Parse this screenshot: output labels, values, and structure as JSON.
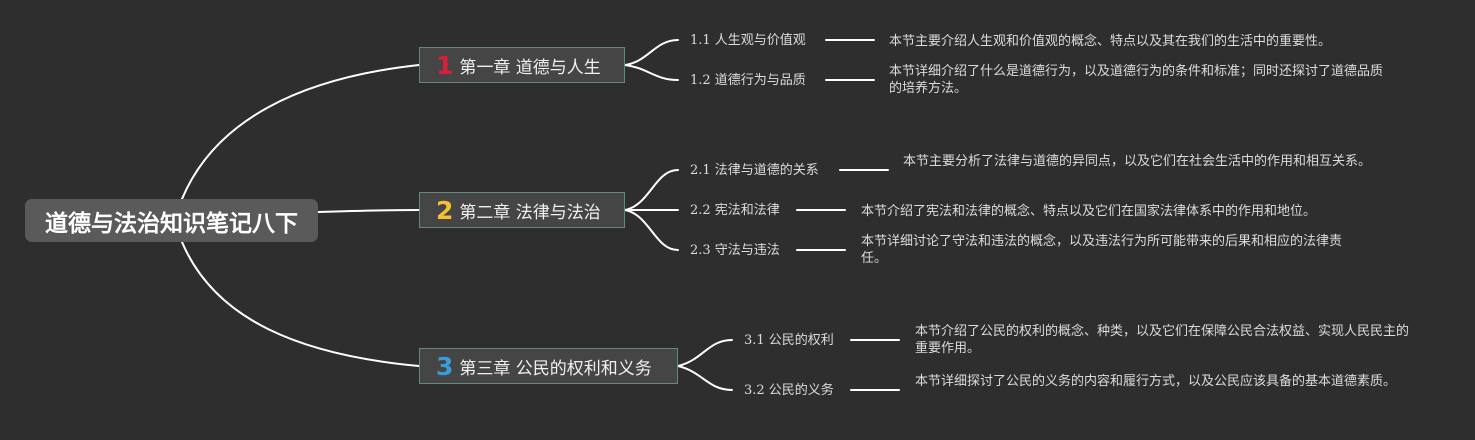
{
  "root": {
    "title": "道德与法治知识笔记八下"
  },
  "colors": {
    "background": "#2e2e2e",
    "root_fill": "#5a5a5a",
    "chapter_fill": "#454545",
    "chapter_border": "#5f8a7e",
    "num1": "#d6203a",
    "num2": "#f2c230",
    "num3": "#3d9ad9",
    "line": "#ffffff"
  },
  "chapters": [
    {
      "num": "1",
      "title": "第一章 道德与人生",
      "icon": "number-1-icon",
      "sections": [
        {
          "label": "1.1 人生观与价值观",
          "desc": "本节主要介绍人生观和价值观的概念、特点以及其在我们的生活中的重要性。"
        },
        {
          "label": "1.2 道德行为与品质",
          "desc": "本节详细介绍了什么是道德行为，以及道德行为的条件和标准；同时还探讨了道德品质的培养方法。"
        }
      ]
    },
    {
      "num": "2",
      "title": "第二章 法律与法治",
      "icon": "number-2-icon",
      "sections": [
        {
          "label": "2.1 法律与道德的关系",
          "desc": "本节主要分析了法律与道德的异同点，以及它们在社会生活中的作用和相互关系。"
        },
        {
          "label": "2.2 宪法和法律",
          "desc": "本节介绍了宪法和法律的概念、特点以及它们在国家法律体系中的作用和地位。"
        },
        {
          "label": "2.3 守法与违法",
          "desc": "本节详细讨论了守法和违法的概念，以及违法行为所可能带来的后果和相应的法律责任。"
        }
      ]
    },
    {
      "num": "3",
      "title": "第三章 公民的权利和义务",
      "icon": "number-3-icon",
      "sections": [
        {
          "label": "3.1 公民的权利",
          "desc": "本节介绍了公民的权利的概念、种类，以及它们在保障公民合法权益、实现人民民主的重要作用。"
        },
        {
          "label": "3.2 公民的义务",
          "desc": "本节详细探讨了公民的义务的内容和履行方式，以及公民应该具备的基本道德素质。"
        }
      ]
    }
  ]
}
